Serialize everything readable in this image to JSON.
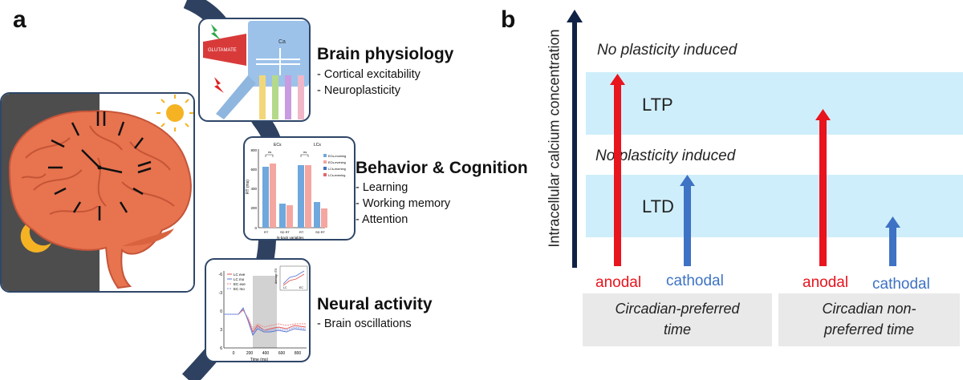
{
  "panel_a": {
    "letter": "a",
    "sections": [
      {
        "title": "Brain physiology",
        "items": [
          "- Cortical excitability",
          "- Neuroplasticity"
        ]
      },
      {
        "title": "Behavior & Cognition",
        "items": [
          "- Learning",
          "- Working memory",
          "- Attention"
        ]
      },
      {
        "title": "Neural activity",
        "items": [
          "- Brain oscillations"
        ]
      }
    ],
    "neuron_card": {
      "label_glutamate": "GLUTAMATE",
      "label_ca": "Ca"
    },
    "bar_card": {
      "group_labels": [
        "ECs",
        "LCs"
      ],
      "ylabel": "RT (ms)",
      "xlabel": "N-back variables",
      "x_labels": [
        "RT",
        "SD RT",
        "RT",
        "SD RT"
      ],
      "y_ticks": [
        "800",
        "600",
        "400",
        "200",
        "0"
      ],
      "legend": [
        "ECs-morning",
        "ECs-evening",
        "LCs-morning",
        "LCs-evening"
      ],
      "sig": "ns",
      "colors": {
        "morning": "#6fa8dc",
        "evening": "#f4a6a0"
      }
    },
    "erp_card": {
      "legend": [
        "LC eve",
        "LC mo",
        "EC eve",
        "EC mo"
      ],
      "xlabel": "Time (ms)",
      "x_ticks": [
        "0",
        "200",
        "400",
        "600",
        "800"
      ],
      "y_ticks": [
        "-6",
        "-3",
        "0",
        "3",
        "6"
      ],
      "inset_label": "Average ITS",
      "inset_x": [
        "LC",
        "EC"
      ]
    }
  },
  "panel_b": {
    "letter": "b",
    "y_axis_label": "Intracellular calcium concentration",
    "no_plasticity_top": "No plasticity induced",
    "no_plasticity_mid": "No plasticity induced",
    "band_ltp": "LTP",
    "band_ltd": "LTD",
    "stim_labels": [
      "anodal",
      "cathodal",
      "anodal",
      "cathodal"
    ],
    "time_boxes": [
      {
        "line1": "Circadian-preferred",
        "line2": "time"
      },
      {
        "line1": "Circadian non-",
        "line2": "preferred time"
      }
    ],
    "colors": {
      "anodal": "#e8141e",
      "cathodal": "#3d72c4",
      "band": "#cfeefb",
      "axis": "#0f2245"
    }
  }
}
